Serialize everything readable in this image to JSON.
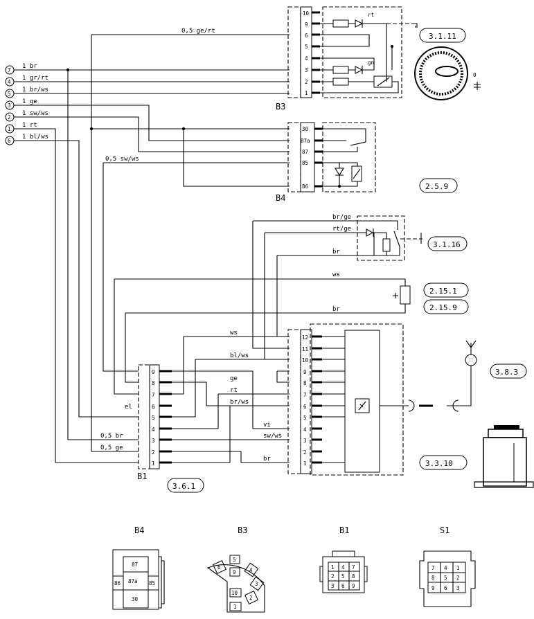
{
  "wire_labels": {
    "ge_rt": "0,5 ge/rt",
    "sw_ws": "0,5 sw/ws",
    "br_ge": "br/ge",
    "rt_ge": "rt/ge",
    "br1": "br",
    "ws1": "ws",
    "br2": "br",
    "ws2": "ws",
    "bl_ws": "bl/ws",
    "ge": "ge",
    "rt": "rt",
    "br_ws": "br/ws",
    "vi": "vi",
    "sw_ws2": "sw/ws",
    "br3": "br",
    "br05": "0,5 br",
    "ge05": "0,5 ge",
    "el": "el"
  },
  "left_inputs": [
    {
      "num": "7",
      "label": "1 br"
    },
    {
      "num": "4",
      "label": "1 gr/rt"
    },
    {
      "num": "5",
      "label": "1 br/ws"
    },
    {
      "num": "3",
      "label": "1 ge"
    },
    {
      "num": "2",
      "label": "1 sw/ws"
    },
    {
      "num": "1",
      "label": "1 rt"
    },
    {
      "num": "6",
      "label": "1 bl/ws"
    }
  ],
  "connectors": {
    "b3": {
      "name": "B3",
      "pins": [
        "10",
        "9",
        "6",
        "5",
        "4",
        "3",
        "2",
        "1"
      ]
    },
    "b4": {
      "name": "B4",
      "pins": [
        "30",
        "87a",
        "87",
        "85",
        "86"
      ]
    },
    "b1": {
      "name": "B1",
      "pins": [
        "9",
        "8",
        "7",
        "6",
        "5",
        "4",
        "3",
        "2",
        "1"
      ]
    },
    "s1": {
      "pins": [
        "12",
        "11",
        "10",
        "9",
        "8",
        "7",
        "6",
        "5",
        "4",
        "3",
        "2",
        "1"
      ]
    }
  },
  "component_labels": {
    "gn": "gn",
    "rt": "rt",
    "zero": "0"
  },
  "references": {
    "r1": "3.1.11",
    "r2": "2.5.9",
    "r3": "3.1.16",
    "r4": "2.15.1",
    "r5": "2.15.9",
    "r6": "3.8.3",
    "r7": "3.3.10",
    "r8": "3.6.1"
  },
  "bottom_views": {
    "b4": {
      "title": "B4",
      "cells": [
        "87",
        "86",
        "87a",
        "85",
        "30"
      ]
    },
    "b3": {
      "title": "B3",
      "cells": [
        "5",
        "6",
        "9",
        "4",
        "3",
        "10",
        "2",
        "1"
      ]
    },
    "b1": {
      "title": "B1",
      "cells": [
        "1",
        "4",
        "7",
        "2",
        "5",
        "8",
        "3",
        "6",
        "9"
      ]
    },
    "s1": {
      "title": "S1",
      "cells": [
        "7",
        "4",
        "1",
        "8",
        "5",
        "2",
        "9",
        "6",
        "3"
      ]
    }
  }
}
